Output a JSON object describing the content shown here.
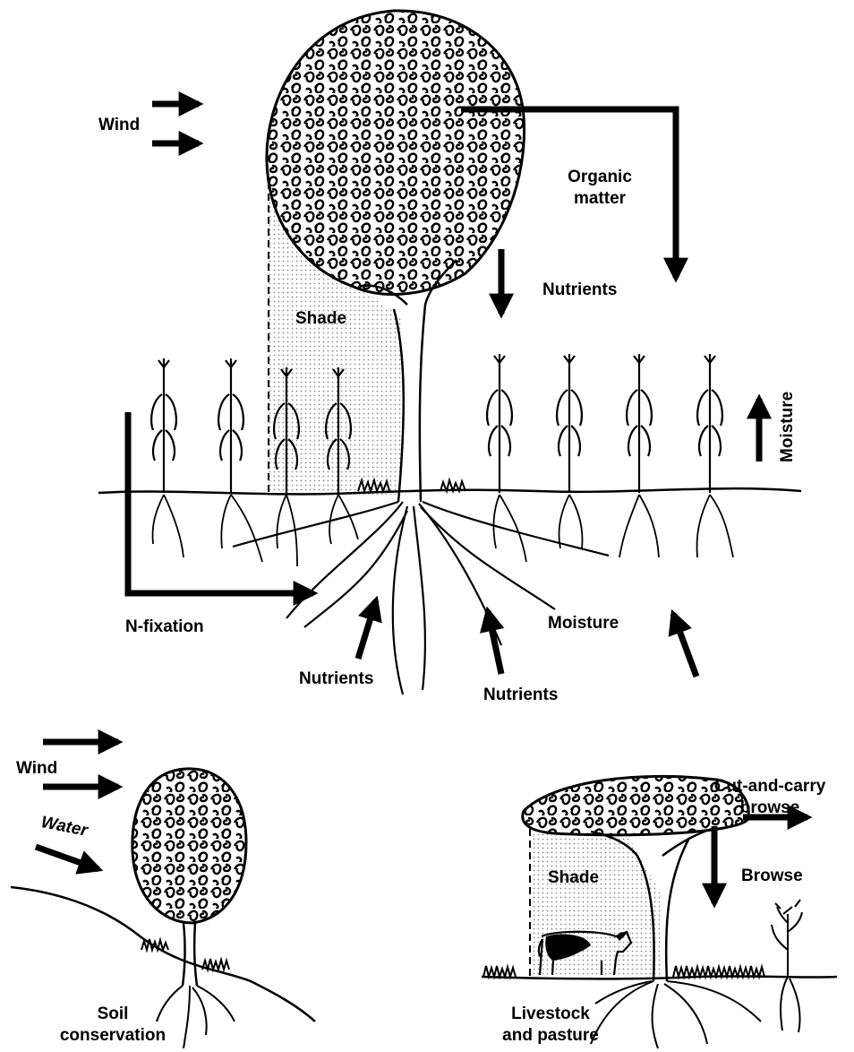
{
  "labels": {
    "wind_top": "Wind",
    "organic_matter": "Organic\nmatter",
    "nutrients_canopy": "Nutrients",
    "shade_top": "Shade",
    "moisture_right": "Moisture",
    "n_fixation": "N-fixation",
    "moisture_soil": "Moisture",
    "nutrients_left": "Nutrients",
    "nutrients_right": "Nutrients",
    "wind_bottom": "Wind",
    "water": "Water",
    "soil_conservation": "Soil\nconservation",
    "cut_and_carry": "Cut-and-carry\nbrowse",
    "browse": "Browse",
    "shade_bottom": "Shade",
    "livestock": "Livestock\nand pasture"
  }
}
